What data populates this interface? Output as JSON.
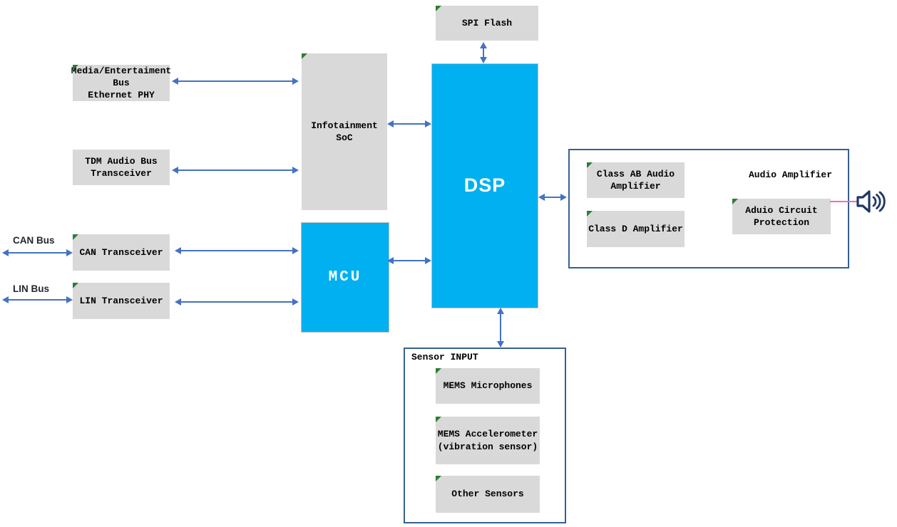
{
  "colors": {
    "box_gray": "#D9D9D9",
    "box_cyan": "#00B0F0",
    "arrow_blue": "#4472C4",
    "container_border": "#35618E",
    "marker_green": "#2E7D32",
    "speaker_navy": "#1F3864",
    "speaker_line_pink": "#FF66B3"
  },
  "nodes": {
    "spi_flash": "SPI Flash",
    "media_ethernet_phy": "Media/Entertaiment\nBus\nEthernet PHY",
    "tdm_transceiver": "TDM Audio Bus\nTransceiver",
    "can_transceiver": "CAN Transceiver",
    "lin_transceiver": "LIN Transceiver",
    "infotainment_soc": "Infotainment\nSoC",
    "dsp": "DSP",
    "mcu": "MCU",
    "class_ab_audio_amplifier": "Class AB Audio\nAmplifier",
    "class_d_amplifier": "Class D Amplifier",
    "audio_circuit_protection": "Aduio Circuit\nProtection",
    "mems_microphones": "MEMS Microphones",
    "mems_accelerometer": "MEMS Accelerometer\n(vibration sensor)",
    "other_sensors": "Other Sensors"
  },
  "labels": {
    "can_bus": "CAN Bus",
    "lin_bus": "LIN Bus",
    "audio_amplifier_group": "Audio Amplifier",
    "sensor_input_group": "Sensor INPUT"
  },
  "icons": {
    "speaker": "speaker-with-sound-waves",
    "corner_marker": "green-corner-triangle"
  }
}
